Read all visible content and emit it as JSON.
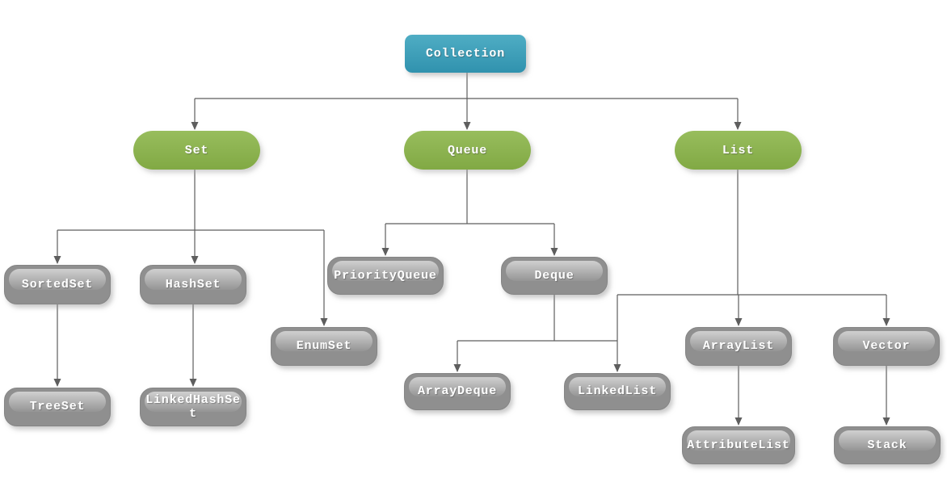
{
  "diagram": {
    "nodes": {
      "collection": {
        "label": "Collection"
      },
      "set": {
        "label": "Set"
      },
      "queue": {
        "label": "Queue"
      },
      "list": {
        "label": "List"
      },
      "sortedset": {
        "label": "SortedSet"
      },
      "hashset": {
        "label": "HashSet"
      },
      "priorityqueue": {
        "label": "PriorityQueue"
      },
      "deque": {
        "label": "Deque"
      },
      "enumset": {
        "label": "EnumSet"
      },
      "arraylist": {
        "label": "ArrayList"
      },
      "vector": {
        "label": "Vector"
      },
      "treeset": {
        "label": "TreeSet"
      },
      "linkedhashset": {
        "label": "LinkedHashSet"
      },
      "arraydeque": {
        "label": "ArrayDeque"
      },
      "linkedlist": {
        "label": "LinkedList"
      },
      "attributelist": {
        "label": "AttributeList"
      },
      "stack": {
        "label": "Stack"
      }
    },
    "edges": [
      {
        "from": "Collection",
        "to": "Set"
      },
      {
        "from": "Collection",
        "to": "Queue"
      },
      {
        "from": "Collection",
        "to": "List"
      },
      {
        "from": "Set",
        "to": "SortedSet"
      },
      {
        "from": "Set",
        "to": "HashSet"
      },
      {
        "from": "Set",
        "to": "EnumSet"
      },
      {
        "from": "Queue",
        "to": "PriorityQueue"
      },
      {
        "from": "Queue",
        "to": "Deque"
      },
      {
        "from": "Deque",
        "to": "ArrayDeque"
      },
      {
        "from": "Deque",
        "to": "LinkedList"
      },
      {
        "from": "List",
        "to": "ArrayList"
      },
      {
        "from": "List",
        "to": "Vector"
      },
      {
        "from": "List",
        "to": "LinkedList"
      },
      {
        "from": "SortedSet",
        "to": "TreeSet"
      },
      {
        "from": "HashSet",
        "to": "LinkedHashSet"
      },
      {
        "from": "ArrayList",
        "to": "AttributeList"
      },
      {
        "from": "Vector",
        "to": "Stack"
      }
    ]
  },
  "colors": {
    "root_top": "#4fadc4",
    "root_bottom": "#3092ae",
    "branch_top": "#98bd5d",
    "branch_bottom": "#81a944",
    "leaf_fill": "#8f8f8f",
    "line_color": "#5e5e5e",
    "text_color": "#ffffff"
  }
}
